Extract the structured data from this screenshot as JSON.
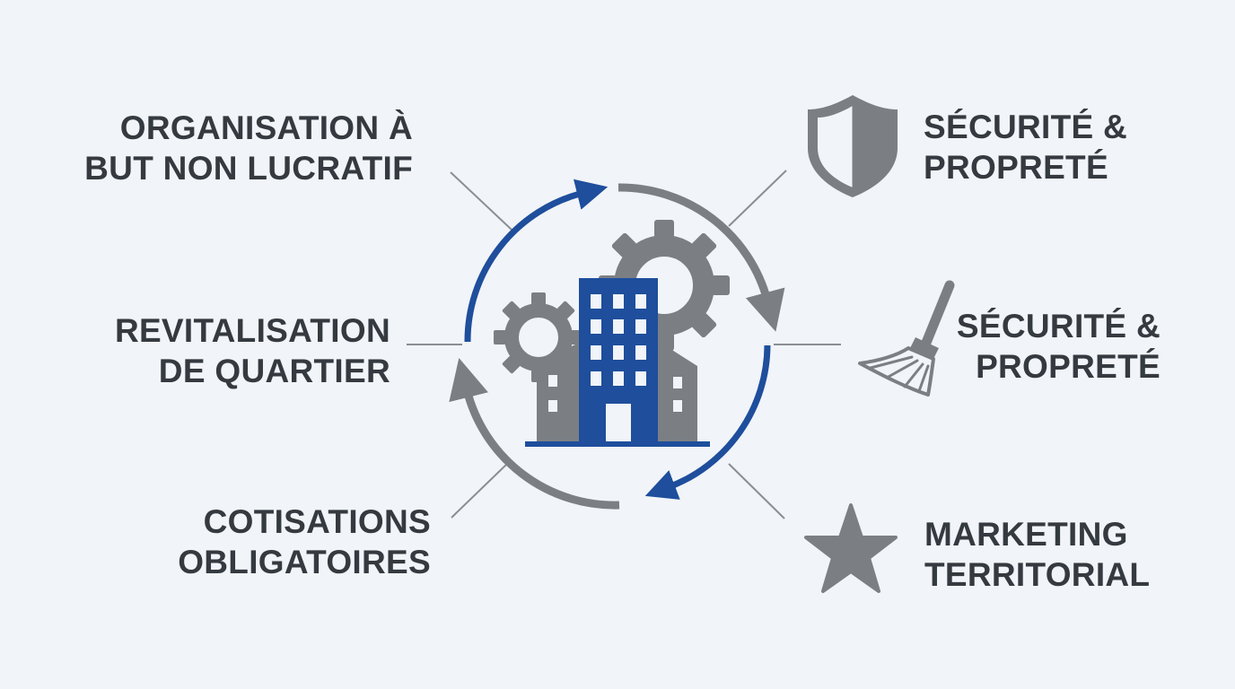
{
  "colors": {
    "background": "#f1f4f8",
    "blue": "#1e4e9c",
    "gray": "#7b7f84",
    "text": "#343a40",
    "connector": "#8a8e93"
  },
  "center": {
    "icon": "building-with-gears-icon"
  },
  "left_items": [
    {
      "lines": [
        "ORGANISATION À",
        "BUT NON LUCRATIF"
      ]
    },
    {
      "lines": [
        "REVITALISATION",
        "DE QUARTIER"
      ]
    },
    {
      "lines": [
        "COTISATIONS",
        "OBLIGATOIRES"
      ]
    }
  ],
  "right_items": [
    {
      "icon": "shield-icon",
      "lines": [
        "SÉCURITÉ &",
        "PROPRETÉ"
      ]
    },
    {
      "icon": "broom-icon",
      "lines": [
        "SÉCURITÉ &",
        "PROPRETÉ"
      ]
    },
    {
      "icon": "star-icon",
      "lines": [
        "MARKETING",
        "TERRITORIAL"
      ]
    }
  ]
}
